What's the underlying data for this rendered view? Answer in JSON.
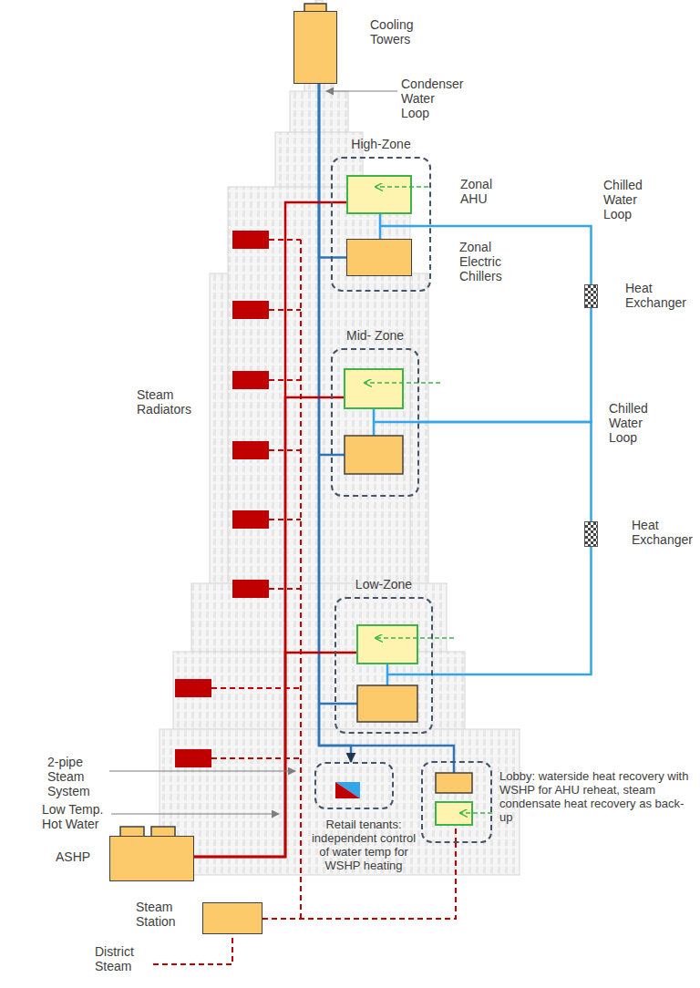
{
  "diagram": {
    "nodes": [
      {
        "text": [
          "Cooling Towers"
        ]
      },
      {
        "text": [
          "High-Zone"
        ]
      },
      {
        "text": [
          "Zonal AHU"
        ],
        "in": 1
      },
      {
        "text": [
          "Zonal Electric Chillers"
        ],
        "in": 1
      },
      {
        "text": [
          "Mid- Zone"
        ]
      },
      {
        "text": [
          "Low-Zone"
        ]
      },
      {
        "text": [
          "Heat Exchanger"
        ]
      },
      {
        "text": [
          "Heat Exchanger"
        ]
      },
      {
        "text": [
          "ASHP"
        ]
      },
      {
        "text": [
          "Steam Station"
        ]
      },
      {
        "text": [
          "Retail tenants: independent control of water temp for WSHP heating"
        ]
      },
      {
        "text": [
          "Lobby: waterside heat recovery with WSHP for AHU reheat, steam condensate heat recovery as back-up"
        ]
      }
    ],
    "edges": [
      {
        "from": 0,
        "to": 3,
        "arrow": "none"
      },
      {
        "from": 0,
        "to": 10,
        "arrow": "to"
      },
      {
        "from": 0,
        "to": 11,
        "arrow": "none"
      },
      {
        "from": 1,
        "to": 6,
        "arrow": "none"
      },
      {
        "from": 6,
        "to": 4,
        "arrow": "none"
      },
      {
        "from": 4,
        "to": 7,
        "arrow": "none"
      },
      {
        "from": 7,
        "to": 5,
        "arrow": "none"
      },
      {
        "from": 8,
        "to": 2,
        "arrow": "none"
      },
      {
        "from": 8,
        "to": 4,
        "arrow": "none"
      },
      {
        "from": 8,
        "to": 5,
        "arrow": "none"
      },
      {
        "from": 9,
        "to": 11,
        "arrow": "none"
      }
    ],
    "labels": [
      "Condenser Water Loop",
      "Chilled Water Loop",
      "Steam Radiators",
      "Chilled Water Loop",
      "2-pipe Steam System",
      "Low Temp. Hot Water",
      "District Steam"
    ]
  }
}
